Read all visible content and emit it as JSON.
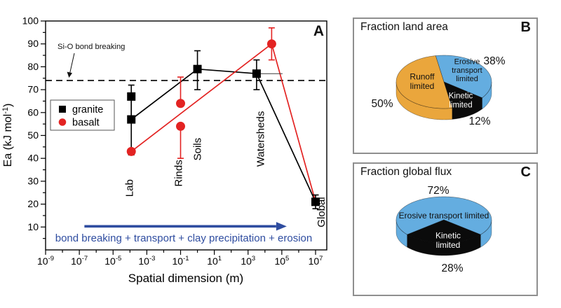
{
  "chart_data": [
    {
      "id": "A",
      "type": "scatter",
      "panel_label": "A",
      "xlabel": "Spatial dimension (m)",
      "ylabel_pre": "Ea (kJ mol",
      "ylabel_sup": "-1",
      "ylabel_post": ")",
      "x_scale": "log",
      "x_labeled_exponents": [
        -9,
        -7,
        -5,
        -3,
        -1,
        1,
        3,
        5,
        7
      ],
      "x_all_tick_exponents": [
        -9,
        -8,
        -7,
        -6,
        -5,
        -4,
        -3,
        -2,
        -1,
        0,
        1,
        2,
        3,
        4,
        5,
        6,
        7
      ],
      "ylim": [
        0,
        100
      ],
      "y_major_ticks": [
        10,
        20,
        30,
        40,
        50,
        60,
        70,
        80,
        90,
        100
      ],
      "y_minor_step": 5,
      "dashed_line": {
        "y": 74,
        "label": "Si-O bond breaking"
      },
      "legend": [
        {
          "label": "granite",
          "marker": "square",
          "color": "#000000"
        },
        {
          "label": "basalt",
          "marker": "circle",
          "color": "#e32322"
        }
      ],
      "series": [
        {
          "name": "granite",
          "marker": "square",
          "color": "#000000",
          "marker_size": 12,
          "points": [
            {
              "x": 0.00012,
              "y": 67,
              "err_up": 5
            },
            {
              "x": 0.00012,
              "y": 57,
              "err_dn": 15.5
            },
            {
              "x": 1.0,
              "y": 79,
              "err_up": 8,
              "err_dn": 9
            },
            {
              "x": 3200,
              "y": 77,
              "err_up": 6,
              "err_dn": 7,
              "x_bar_to": 110000
            },
            {
              "x": 10000000,
              "y": 21,
              "err_up": 3,
              "err_dn": 3
            }
          ],
          "line_through_points": true
        },
        {
          "name": "basalt",
          "marker": "circle",
          "color": "#e32322",
          "marker_size": 13,
          "points": [
            {
              "x": 0.00012,
              "y": 43
            },
            {
              "x": 0.1,
              "y": 64,
              "err_up": 11.5
            },
            {
              "x": 0.1,
              "y": 54,
              "err_dn": 14
            },
            {
              "x": 25000,
              "y": 90,
              "err_up": 7,
              "err_dn": 7
            }
          ],
          "line_x": [
            0.00012,
            25000,
            10000000
          ],
          "line_y": [
            43,
            90,
            21
          ]
        }
      ],
      "point_labels": [
        {
          "text": "Lab",
          "x": 0.00015,
          "y": 27
        },
        {
          "text": "Rinds",
          "x": 0.12,
          "y": 33.5
        },
        {
          "text": "Soils",
          "x": 1.6,
          "y": 44
        },
        {
          "text": "Watersheds",
          "x": 9000,
          "y": 48.5
        },
        {
          "text": "Global",
          "x": 35000000,
          "y": 16.5
        }
      ],
      "process_arrow": {
        "label": "bond breaking + transport + clay precipitation + erosion",
        "color": "#2f4da0",
        "y": 10.3,
        "x_from": 2e-07,
        "x_to": 100000.0
      }
    },
    {
      "id": "B",
      "type": "pie",
      "title": "Fraction land area",
      "panel_label": "B",
      "start_angle": 100,
      "slices": [
        {
          "label": "Erosive transport limited",
          "pct": 38,
          "color": "#64ade0",
          "text_color": "#111111",
          "label_lines": [
            "Erosive",
            "transport",
            "limited"
          ],
          "label_offset": [
            33,
            -17
          ],
          "label_font": 11,
          "pct_offset": [
            72,
            -25
          ]
        },
        {
          "label": "Kinetic limited",
          "pct": 12,
          "color": "#0b0b0b",
          "text_color": "#ffffff",
          "label_lines": [
            "Kinetic",
            "limited"
          ],
          "label_offset": [
            24,
            26
          ],
          "label_font": 11.5,
          "pct_offset": [
            51,
            61
          ]
        },
        {
          "label": "Runoff limited",
          "pct": 50,
          "color": "#eaa63c",
          "text_color": "#111111",
          "label_lines": [
            "Runoff",
            "limited"
          ],
          "label_offset": [
            -31,
            -1
          ],
          "label_font": 12,
          "pct_offset": [
            -88,
            36
          ]
        }
      ]
    },
    {
      "id": "C",
      "type": "pie",
      "title": "Fraction global flux",
      "panel_label": "C",
      "start_angle": -39.6,
      "slices": [
        {
          "label": "Kinetic limited",
          "pct": 28,
          "color": "#0b0b0b",
          "text_color": "#ffffff",
          "label_lines": [
            "Kinetic",
            "limited"
          ],
          "label_offset": [
            6,
            29
          ],
          "label_font": 12,
          "pct_offset": [
            12,
            74
          ]
        },
        {
          "label": "Erosive transport limited",
          "pct": 72,
          "color": "#64ade0",
          "text_color": "#111111",
          "label_lines": [
            "Erosive transport limited"
          ],
          "label_offset": [
            0,
            -6
          ],
          "label_font": 12,
          "pct_offset": [
            -8,
            -37
          ]
        }
      ]
    }
  ]
}
